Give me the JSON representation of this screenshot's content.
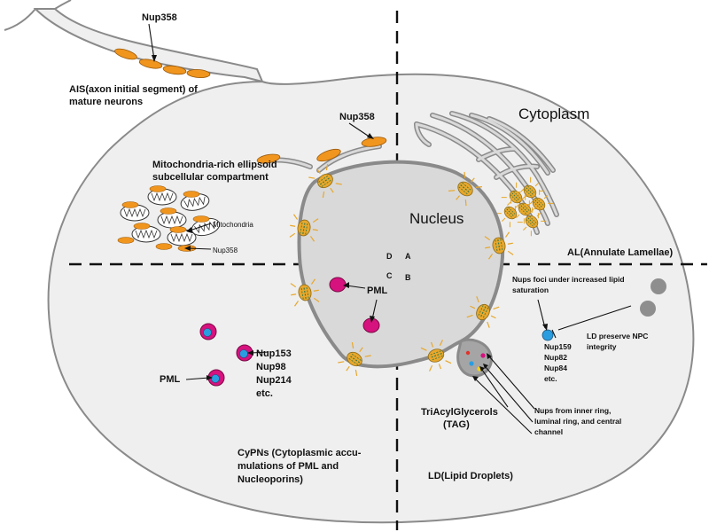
{
  "labels": {
    "cytoplasm": "Cytoplasm",
    "nucleus": "Nucleus",
    "nup358_axon": "Nup358",
    "ais_line1": "AIS(axon initial segment) of",
    "ais_line2": "mature neurons",
    "nup358_ne": "Nup358",
    "mito_line1": "Mitochondria-rich ellipsoid",
    "mito_line2": "subcellular compartment",
    "mitochondria": "Mitochondria",
    "nup358_mito": "Nup358",
    "quad_a": "A",
    "quad_b": "B",
    "quad_c": "C",
    "quad_d": "D",
    "al": "AL(Annulate Lamellae)",
    "nups_foci_line1": "Nups foci under increased lipid",
    "nups_foci_line2": "saturation",
    "ld_preserve_line1": "LD preserve NPC",
    "ld_preserve_line2": "integrity",
    "nup159": "Nup159",
    "nup82": "Nup82",
    "nup84": "Nup84",
    "etc_right": "etc.",
    "pml_nucleus": "PML",
    "pml_cyto": "PML",
    "nup153": "Nup153",
    "nup98": "Nup98",
    "nup214": "Nup214",
    "etc_left": "etc.",
    "tag_line1": "TriAcylGlycerols",
    "tag_line2": "(TAG)",
    "nups_inner_line1": "Nups from inner ring,",
    "nups_inner_line2": "luminal ring, and central",
    "nups_inner_line3": "channel",
    "cypn_line1": "CyPNs (Cytoplasmic accu-",
    "cypn_line2": "mulations of PML and",
    "cypn_line3": "Nucleoporins)",
    "ld": "LD(Lipid Droplets)"
  },
  "colors": {
    "cell_fill": "#efefef",
    "membrane": "#8a8a8a",
    "nucleus_fill": "#d9d9d9",
    "nup358": "#f0951e",
    "npc_ring": "#e8a72b",
    "npc_core": "#3f7a48",
    "pml": "#d6127e",
    "nup_blue": "#2a9de0",
    "lipid_droplet": "#8e8e8e"
  }
}
